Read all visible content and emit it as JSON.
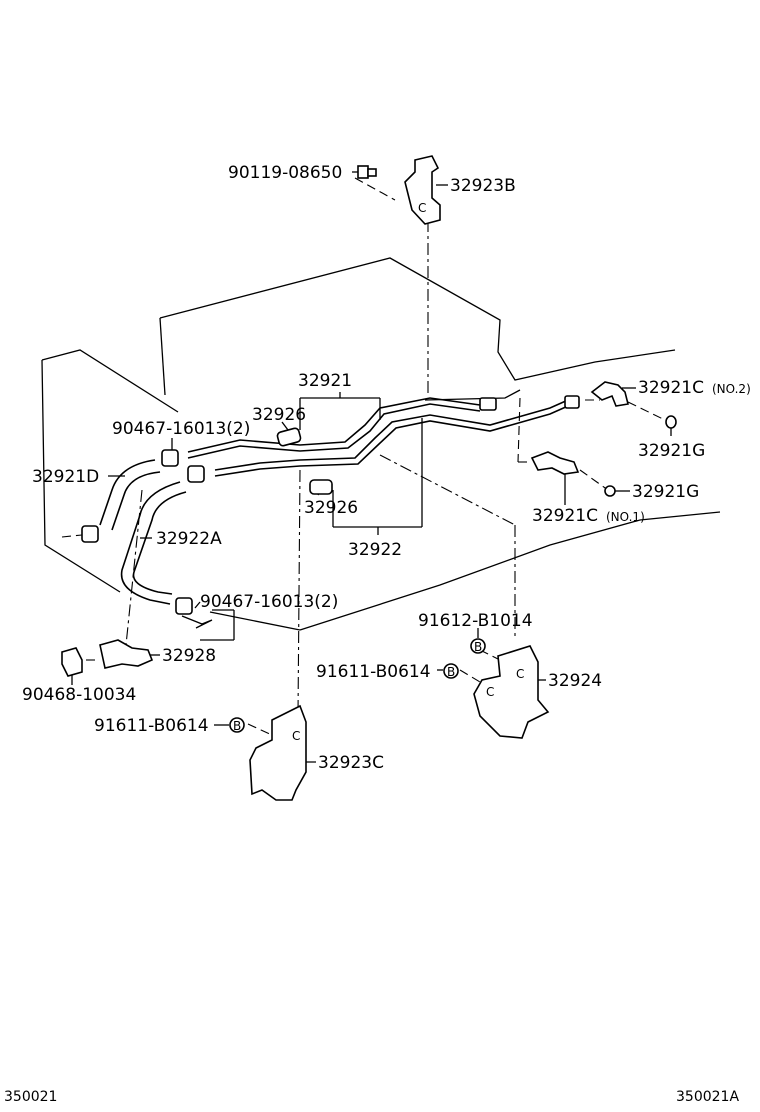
{
  "callouts": {
    "c90119": "90119-08650",
    "c32923B": "32923B",
    "c32921": "32921",
    "c32926a": "32926",
    "c90467a": "90467-16013(2)",
    "c32921D": "32921D",
    "c32926b": "32926",
    "c32922A": "32922A",
    "c32922": "32922",
    "c32921C2": "32921C",
    "c32921C2_note": "(NO.2)",
    "c32921G1": "32921G",
    "c32921G2": "32921G",
    "c32921C1": "32921C",
    "c32921C1_note": "(NO.1)",
    "c90467b": "90467-16013(2)",
    "c91612": "91612-B1014",
    "c91611a": "91611-B0614",
    "c32924": "32924",
    "c32928": "32928",
    "c90468": "90468-10034",
    "c91611b": "91611-B0614",
    "c32923C": "32923C"
  },
  "markers": {
    "b": "B"
  },
  "footer": {
    "left": "350021",
    "right": "350021A"
  }
}
